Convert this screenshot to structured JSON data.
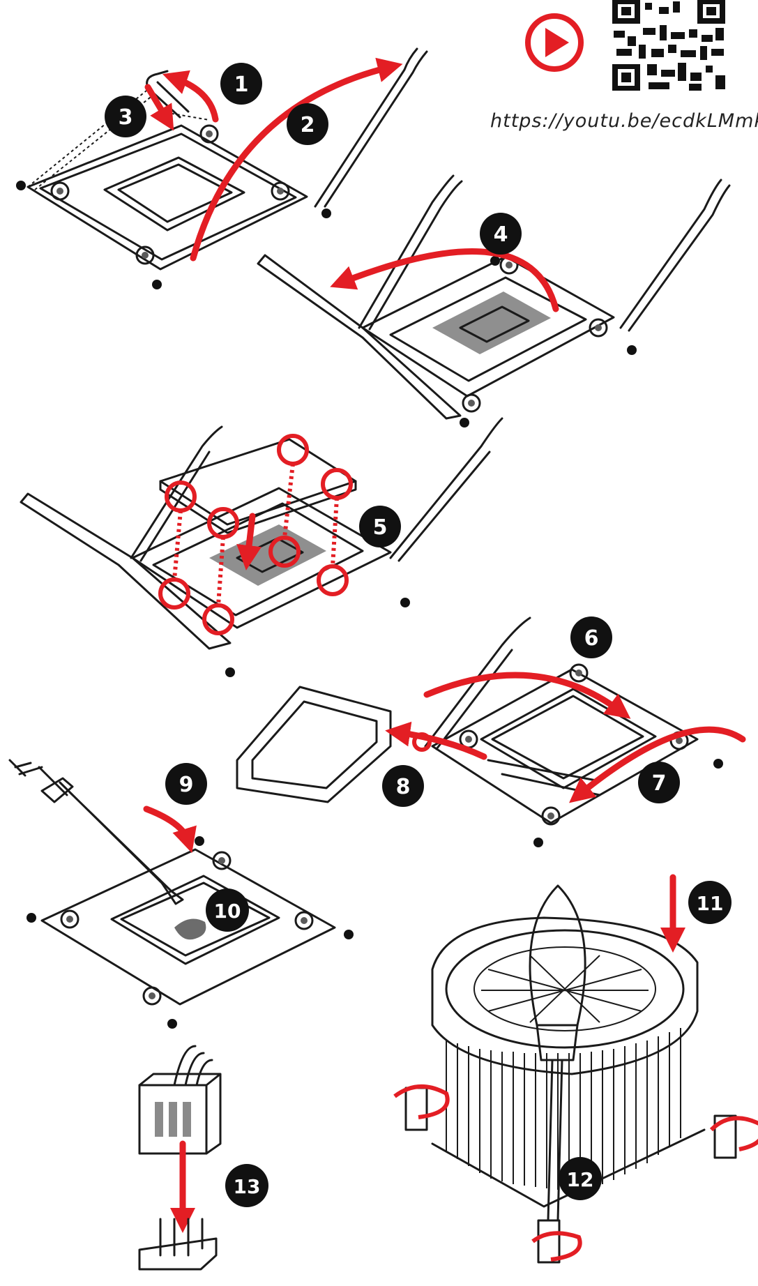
{
  "video": {
    "url": "https://youtu.be/ecdkLMmky",
    "play_icon": "play-circle-icon",
    "qr_icon": "qr-code-icon"
  },
  "steps": [
    "1",
    "2",
    "3",
    "4",
    "5",
    "6",
    "7",
    "8",
    "9",
    "10",
    "11",
    "12",
    "13"
  ],
  "colors": {
    "accent": "#e31e24",
    "badge": "#111111",
    "line": "#1a1a1a"
  }
}
